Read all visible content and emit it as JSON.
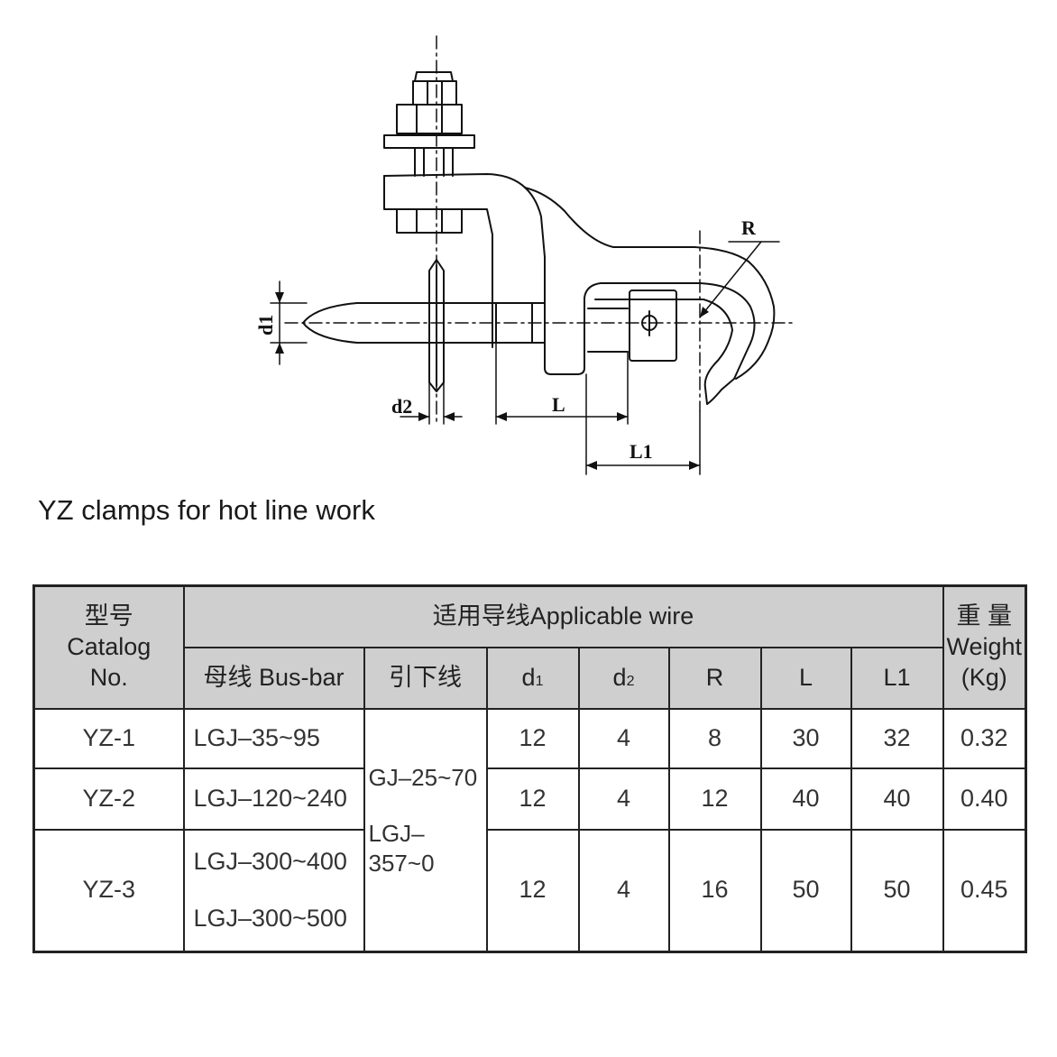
{
  "drawing": {
    "labels": {
      "r": "R",
      "d1": "d1",
      "d2": "d2",
      "l": "L",
      "l1": "L1"
    }
  },
  "caption": "YZ clamps for hot line work",
  "table": {
    "header": {
      "catalog_cn": "型号",
      "catalog_en_1": "Catalog",
      "catalog_en_2": "No.",
      "applicable_wire": "适用导线Applicable wire",
      "weight_cn": "重 量",
      "weight_en": "Weight",
      "weight_unit": "(Kg)",
      "busbar": "母线 Bus-bar",
      "downlead": "引下线",
      "d1_main": "d",
      "d1_sub": "1",
      "d2_main": "d",
      "d2_sub": "2",
      "r": "R",
      "l": "L",
      "l1": "L1"
    },
    "downlead_values": [
      "GJ–25~70",
      "LGJ–357~0"
    ],
    "rows": [
      {
        "catalog": "YZ-1",
        "busbar": [
          "LGJ–35~95"
        ],
        "d1": "12",
        "d2": "4",
        "r": "8",
        "l": "30",
        "l1": "32",
        "weight": "0.32"
      },
      {
        "catalog": "YZ-2",
        "busbar": [
          "LGJ–120~240"
        ],
        "d1": "12",
        "d2": "4",
        "r": "12",
        "l": "40",
        "l1": "40",
        "weight": "0.40"
      },
      {
        "catalog": "YZ-3",
        "busbar": [
          "LGJ–300~400",
          "LGJ–300~500"
        ],
        "d1": "12",
        "d2": "4",
        "r": "16",
        "l": "50",
        "l1": "50",
        "weight": "0.45"
      }
    ]
  }
}
